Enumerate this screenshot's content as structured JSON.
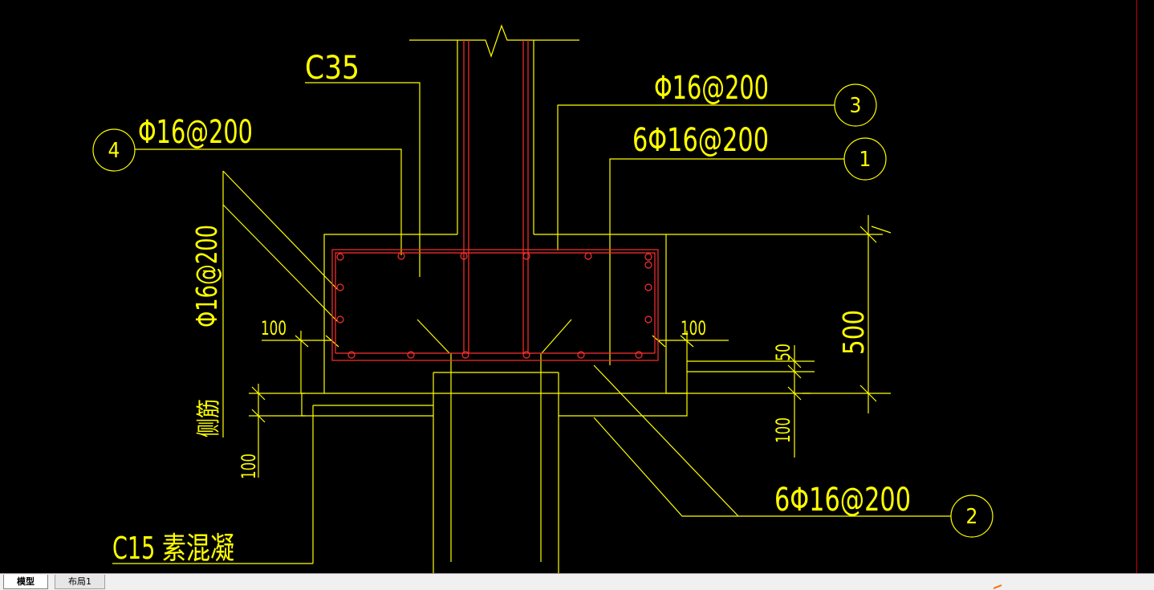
{
  "drawing": {
    "labels": {
      "concrete_top": "C35",
      "rebar_3": "Φ16@200",
      "rebar_1": "6Φ16@200",
      "rebar_4": "Φ16@200",
      "rebar_side_vertical": "Φ16@200",
      "rebar_2": "6Φ16@200",
      "dim_100_left": "100",
      "dim_100_right": "100",
      "dim_50": "50",
      "dim_500": "500",
      "dim_100_vertical_right": "100",
      "dim_100_vertical_left": "100",
      "side_rebar": "侧筋",
      "concrete_bottom": "C15  素混凝"
    },
    "callouts": {
      "c1": "1",
      "c2": "2",
      "c3": "3",
      "c4": "4"
    },
    "colors": {
      "background": "#000000",
      "linework": "#ffff00",
      "rebar": "#ff0000"
    }
  },
  "tabs": [
    {
      "label": "模型",
      "active": true
    },
    {
      "label": "布局1",
      "active": false
    }
  ]
}
